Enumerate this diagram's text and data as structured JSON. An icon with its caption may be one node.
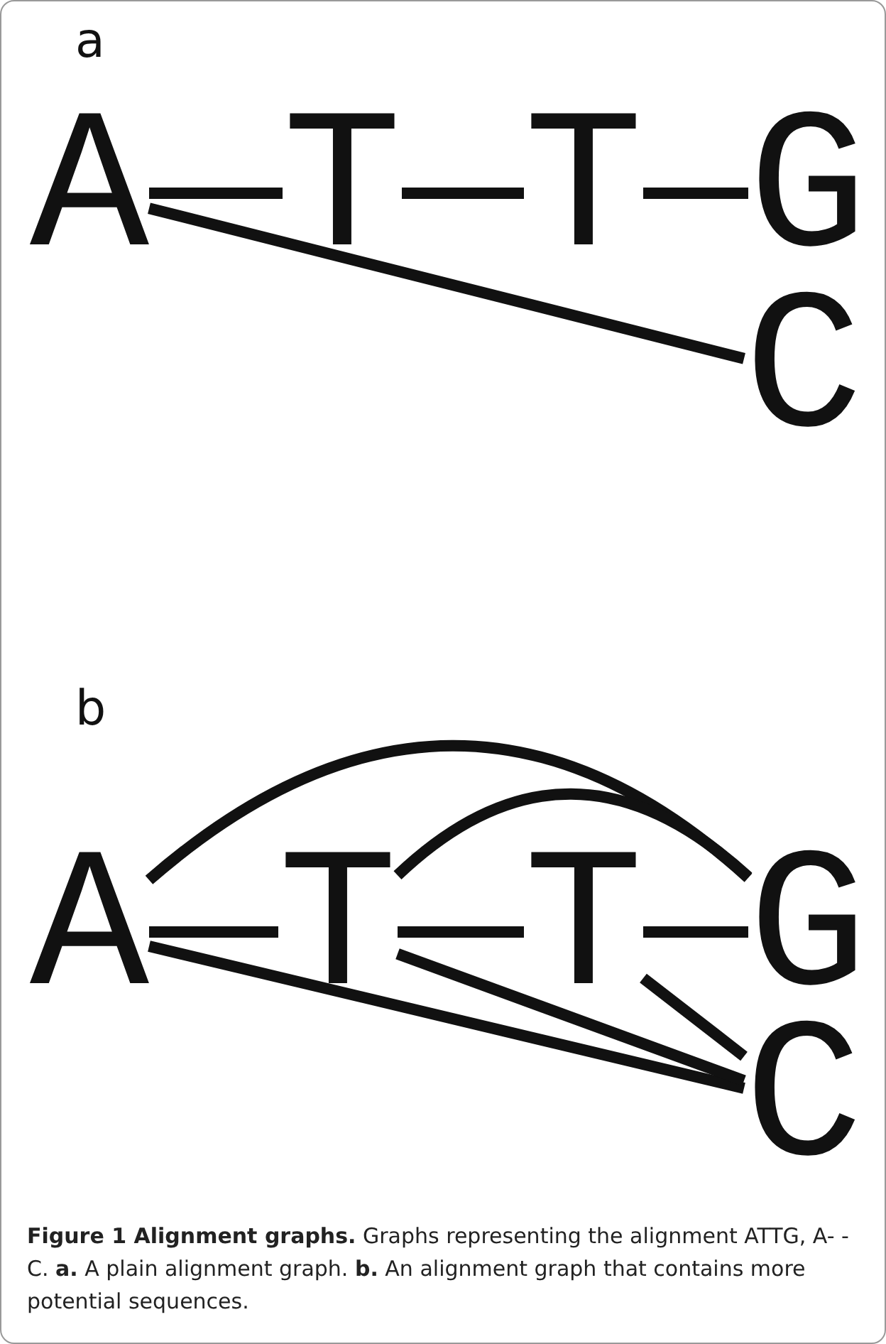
{
  "diagram": {
    "caption": "**Figure 1 Alignment graphs.** Graphs representing the alignment ATTG, A- -C. **a.** A plain alignment graph. **b.** An alignment graph that contains more potential sequences.",
    "nodes": [
      {
        "text": [
          "A"
        ]
      },
      {
        "text": [
          "T"
        ]
      },
      {
        "text": [
          "T"
        ]
      },
      {
        "text": [
          "G"
        ]
      },
      {
        "text": [
          "C"
        ]
      },
      {
        "text": [
          "A"
        ]
      },
      {
        "text": [
          "T"
        ]
      },
      {
        "text": [
          "T"
        ]
      },
      {
        "text": [
          "G"
        ]
      },
      {
        "text": [
          "C"
        ]
      }
    ],
    "edges": [
      {
        "from": 0,
        "to": 1,
        "arrow": "none"
      },
      {
        "from": 1,
        "to": 2,
        "arrow": "none"
      },
      {
        "from": 2,
        "to": 3,
        "arrow": "none"
      },
      {
        "from": 0,
        "to": 4,
        "arrow": "none"
      },
      {
        "from": 5,
        "to": 8,
        "arrow": "none"
      },
      {
        "from": 6,
        "to": 8,
        "arrow": "none"
      },
      {
        "from": 5,
        "to": 6,
        "arrow": "none"
      },
      {
        "from": 6,
        "to": 7,
        "arrow": "none"
      },
      {
        "from": 7,
        "to": 8,
        "arrow": "none"
      },
      {
        "from": 5,
        "to": 9,
        "arrow": "none"
      },
      {
        "from": 6,
        "to": 9,
        "arrow": "none"
      },
      {
        "from": 7,
        "to": 9,
        "arrow": "none"
      }
    ],
    "labels": [
      "a",
      "b"
    ]
  }
}
